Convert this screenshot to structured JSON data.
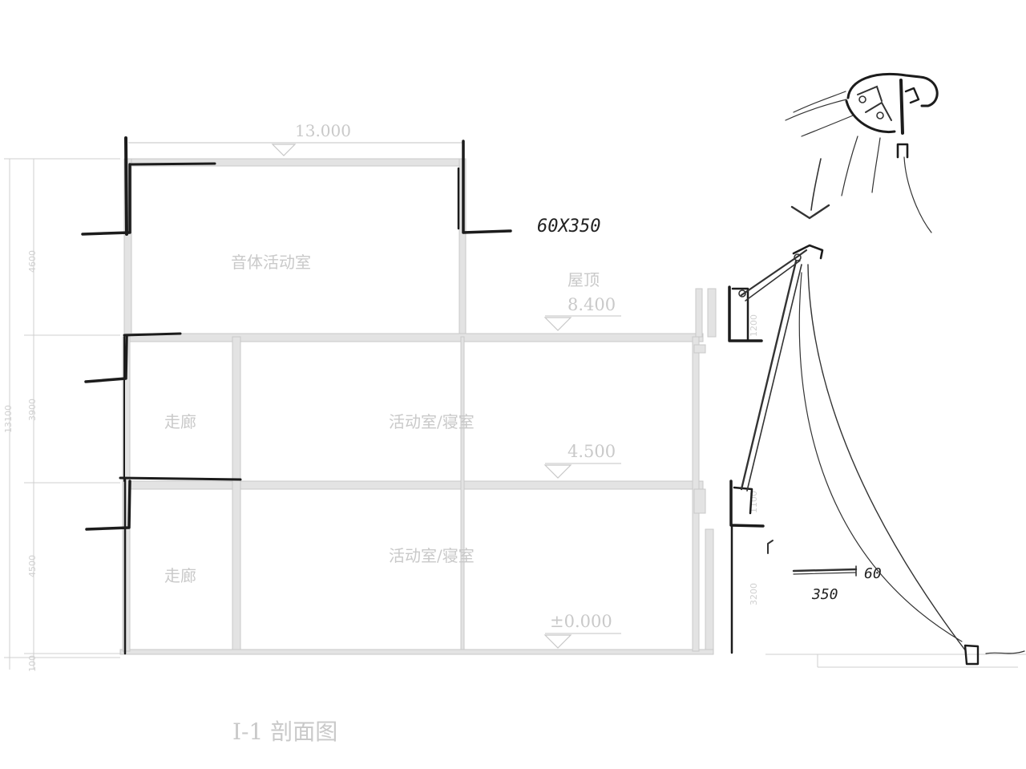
{
  "section": {
    "title": "I-1  剖面图",
    "width_dim": "13.000",
    "rooms": {
      "top": "音体活动室",
      "mid_corridor": "走廊",
      "mid_room": "活动室/寝室",
      "low_corridor": "走廊",
      "low_room": "活动室/寝室"
    },
    "levels": {
      "roof_label": "屋顶",
      "roof": "8.400",
      "second": "4.500",
      "ground": "±0.000"
    },
    "vertical_dims": {
      "top": "4600",
      "mid": "3900",
      "low": "4500",
      "base": "100",
      "total": "13100"
    },
    "small_dims": [
      "1200",
      "1100",
      "3200"
    ]
  },
  "annotations": {
    "louver_size": "60X350",
    "detail_60": "60",
    "detail_350": "350"
  }
}
